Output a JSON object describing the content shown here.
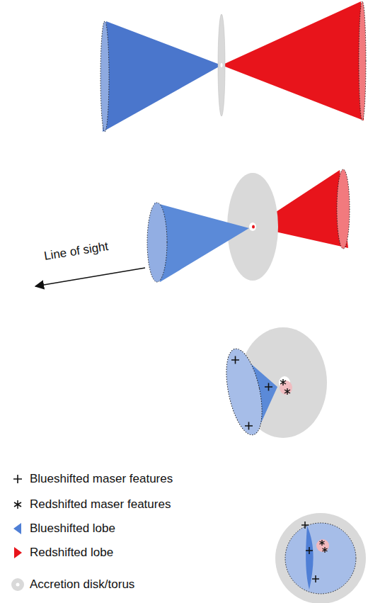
{
  "diagram": {
    "labels": [
      "Line of sight"
    ],
    "legend": [
      {
        "text": "Blueshifted maser features"
      },
      {
        "text": "Redshifted maser features"
      },
      {
        "text": "Blueshifted lobe",
        "color": "#4f7fd6"
      },
      {
        "text": "Redshifted lobe",
        "color": "#e8141b"
      },
      {
        "text": "Accretion disk/torus",
        "color": "#d9d9d9"
      }
    ]
  }
}
